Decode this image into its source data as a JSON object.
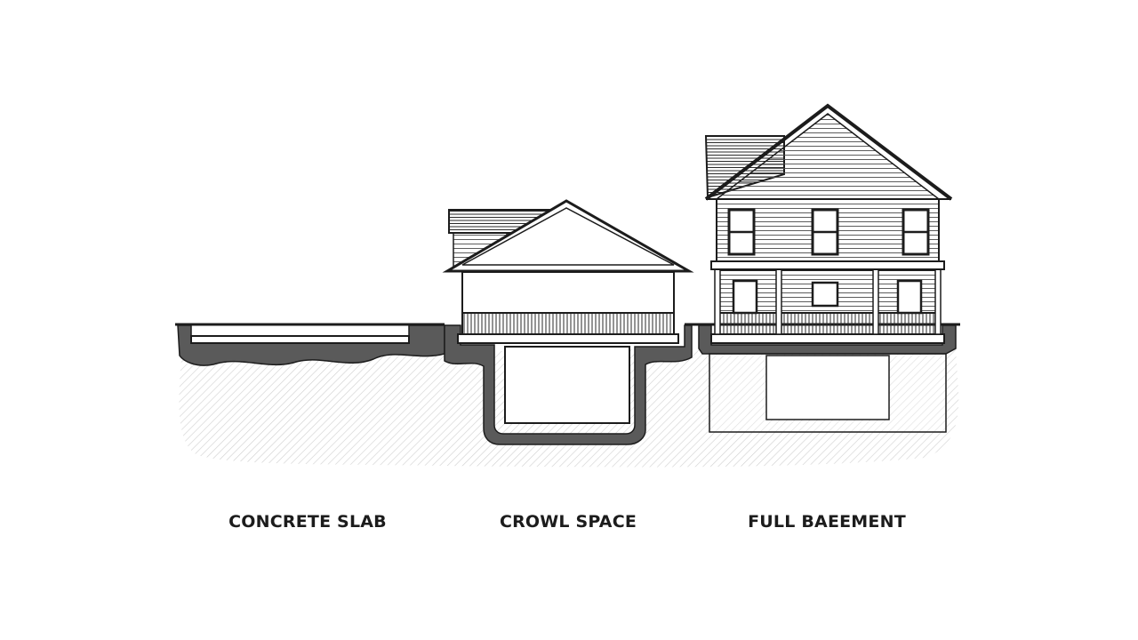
{
  "labels": {
    "slab": "CONCRETE SLAB",
    "crawl": "CROWL SPACE",
    "basement": "FULL BAEEMENT"
  },
  "colors": {
    "ink": "#1c1c1c",
    "footing": "#5a5a5a",
    "soil_hatch": "#cfcfcf",
    "background": "#ffffff"
  }
}
